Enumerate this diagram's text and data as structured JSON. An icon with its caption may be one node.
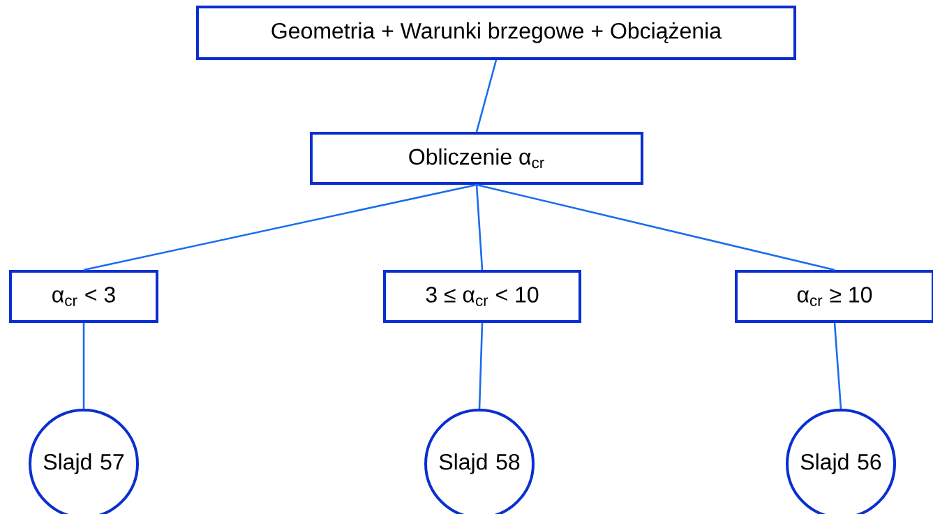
{
  "diagram": {
    "nodes": [
      {
        "text": [
          "Geometria + Warunki brzegowe + Obciążenia"
        ]
      },
      {
        "text": [
          "Obliczenie α$_{cr}$"
        ]
      },
      {
        "text": [
          "α$_{cr}$ < 3"
        ]
      },
      {
        "text": [
          "3 ≤ α$_{cr}$ < 10"
        ]
      },
      {
        "text": [
          "α$_{cr}$ ≥ 10"
        ]
      },
      {
        "text": [
          "Slajd 57"
        ]
      },
      {
        "text": [
          "Slajd 58"
        ]
      },
      {
        "text": [
          "Slajd 56"
        ]
      }
    ],
    "edges": [
      {
        "from": 0,
        "to": 1,
        "arrow": "none"
      },
      {
        "from": 1,
        "to": 2,
        "arrow": "none"
      },
      {
        "from": 1,
        "to": 3,
        "arrow": "none"
      },
      {
        "from": 1,
        "to": 4,
        "arrow": "none"
      },
      {
        "from": 2,
        "to": 5,
        "arrow": "none"
      },
      {
        "from": 3,
        "to": 6,
        "arrow": "none"
      },
      {
        "from": 4,
        "to": 7,
        "arrow": "none"
      }
    ]
  }
}
